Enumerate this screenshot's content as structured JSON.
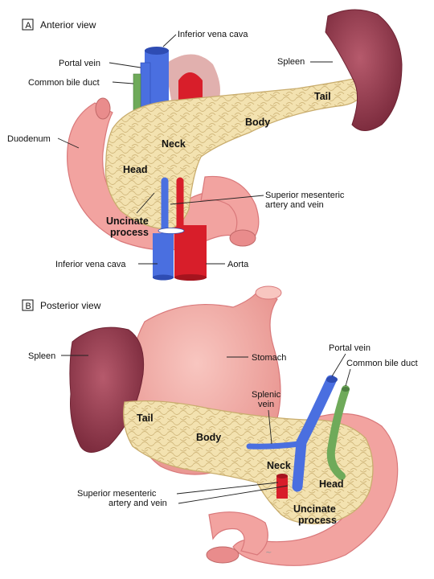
{
  "panel_a": {
    "letter": "A",
    "title": "Anterior view",
    "labels": {
      "ivc_top": "Inferior vena cava",
      "portal_vein": "Portal vein",
      "common_bile_duct": "Common bile duct",
      "duodenum": "Duodenum",
      "spleen": "Spleen",
      "tail": "Tail",
      "body": "Body",
      "neck": "Neck",
      "head": "Head",
      "uncinate_1": "Uncinate",
      "uncinate_2": "process",
      "sma_1": "Superior mesenteric",
      "sma_2": "artery and vein",
      "ivc_bottom": "Inferior vena cava",
      "aorta": "Aorta"
    }
  },
  "panel_b": {
    "letter": "B",
    "title": "Posterior view",
    "labels": {
      "spleen": "Spleen",
      "stomach": "Stomach",
      "portal_vein": "Portal vein",
      "common_bile_duct": "Common bile duct",
      "splenic_1": "Splenic",
      "splenic_2": "vein",
      "tail": "Tail",
      "body": "Body",
      "neck": "Neck",
      "head": "Head",
      "sma_1": "Superior mesenteric",
      "sma_2": "artery and vein",
      "uncinate_1": "Uncinate",
      "uncinate_2": "process"
    }
  },
  "colors": {
    "pancreas": "#f3e2b0",
    "pancreas_edge": "#c9ad6e",
    "duodenum": "#f2a3a0",
    "duodenum_dark": "#d9787a",
    "spleen": "#a24a5e",
    "vein": "#4a6fe0",
    "artery": "#d81e2a",
    "bile": "#6faa5a",
    "stomach": "#f4b0ab"
  }
}
